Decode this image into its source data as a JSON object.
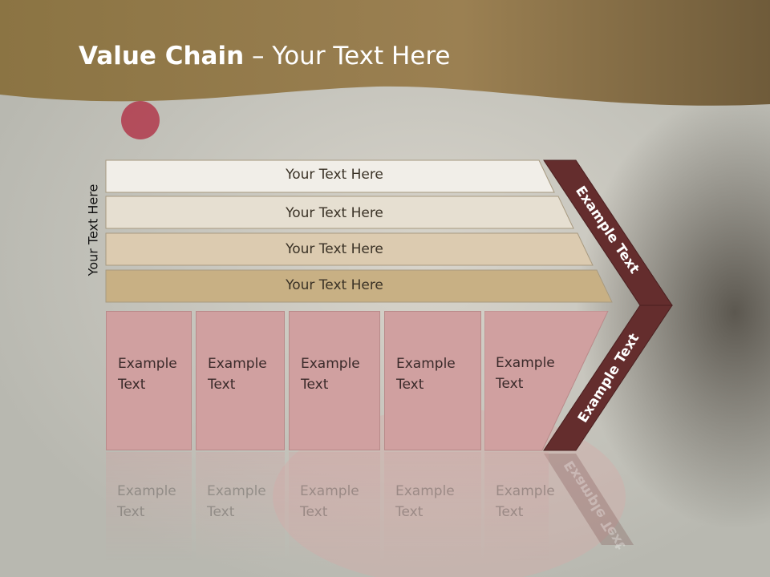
{
  "slide": {
    "title_bold": "Value Chain",
    "title_rest": " – Your Text Here",
    "side_label": "Your Text Here",
    "rows": [
      {
        "label": "Your Text Here"
      },
      {
        "label": "Your Text Here"
      },
      {
        "label": "Your Text Here"
      },
      {
        "label": "Your Text Here"
      }
    ],
    "columns": [
      {
        "label": "Example\nText"
      },
      {
        "label": "Example\nText"
      },
      {
        "label": "Example\nText"
      },
      {
        "label": "Example\nText"
      },
      {
        "label": "Example\nText"
      }
    ],
    "arrow_upper_label": "Example Text",
    "arrow_lower_label": "Example Text"
  },
  "colors": {
    "header": "#8f7a4c",
    "row1": "#f1eee8",
    "row2": "#e6dfd1",
    "row3": "#dccbb0",
    "row4": "#c8b084",
    "column": "#d0a0a0",
    "arrow": "#642d2d"
  }
}
